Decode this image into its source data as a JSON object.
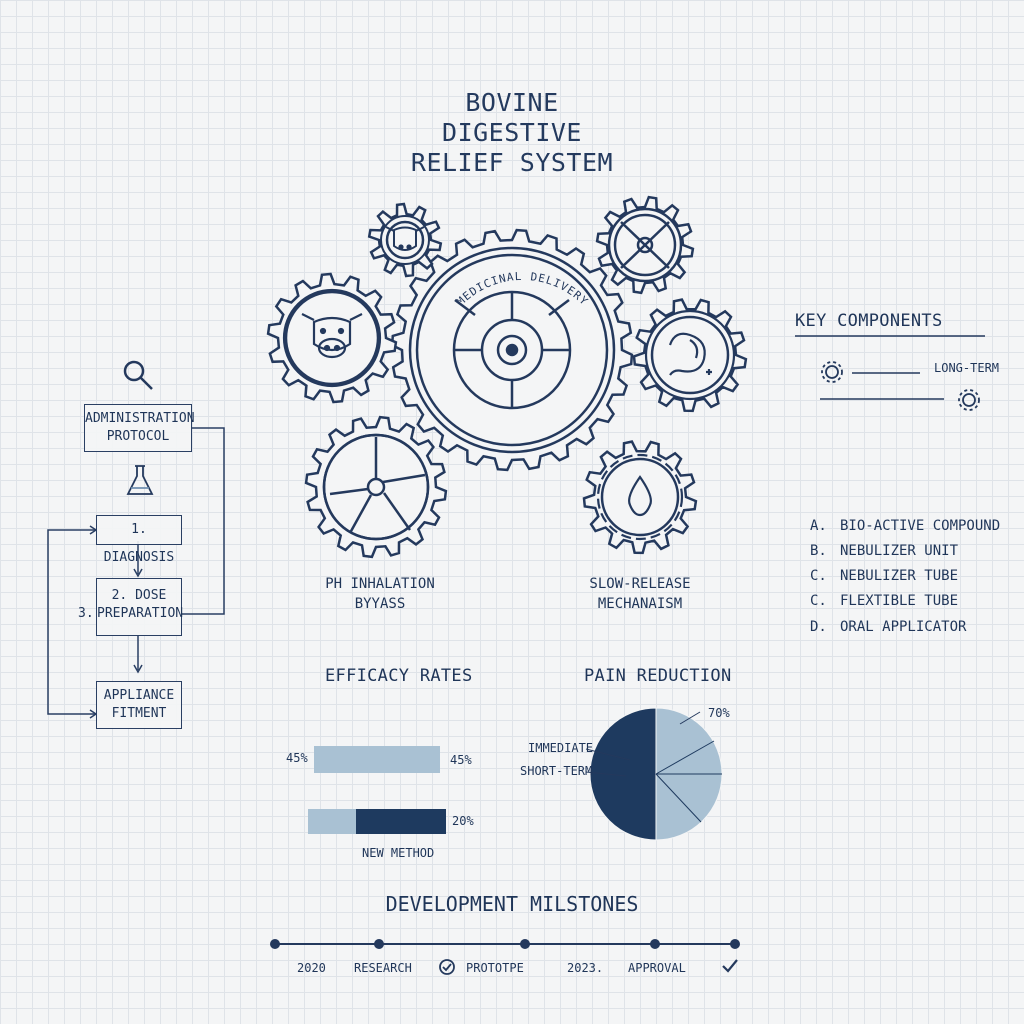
{
  "title": {
    "line1": "BOVINE",
    "line2": "DIGESTIVE",
    "line3": "RELIEF SYSTEM"
  },
  "gears": {
    "center_label": "MEDICINAL DELIVERY",
    "caption_left_1": "PH INHALATION",
    "caption_left_2": "BYYASS",
    "caption_right_1": "SLOW-RELEASE",
    "caption_right_2": "MECHANAISM"
  },
  "flow": {
    "step_admin_1": "ADMINISTRATION",
    "step_admin_2": "PROTOCOL",
    "step_diag": "1. DIAGNOSIS",
    "step_dose_1": "2. DOSE",
    "step_dose_2": "PREPARATION",
    "step3_marker": "3.",
    "step_fit_1": "APPLIANCE",
    "step_fit_2": "FITMENT"
  },
  "key_components": {
    "title": "KEY COMPONENTS",
    "long_term": "LONG-TERM",
    "items": [
      {
        "letter": "A.",
        "text": "BIO-ACTIVE COMPOUND"
      },
      {
        "letter": "B.",
        "text": "NEBULIZER UNIT"
      },
      {
        "letter": "C.",
        "text": "NEBULIZER TUBE"
      },
      {
        "letter": "C.",
        "text": "FLEXTIBLE TUBE"
      },
      {
        "letter": "D.",
        "text": "ORAL APPLICATOR"
      }
    ]
  },
  "efficacy": {
    "title": "EFFICACY RATES",
    "bar1_left_label": "45%",
    "bar1_right_label": "45%",
    "bar2_right_label": "20%",
    "bar2_caption": "NEW METHOD"
  },
  "pain": {
    "title": "PAIN REDUCTION",
    "label_immediate": "IMMEDIATE",
    "label_short": "SHORT-TERM",
    "label_pct": "70%"
  },
  "milestones": {
    "title": "DEVELOPMENT MILSTONES",
    "items": [
      "2020",
      "RESEARCH",
      "PROTOTPE",
      "2023.",
      "APPROVAL"
    ]
  },
  "chart_data": [
    {
      "type": "bar",
      "title": "EFFICACY RATES",
      "categories": [
        "",
        "NEW METHOD"
      ],
      "values": [
        45,
        20
      ]
    },
    {
      "type": "pie",
      "title": "PAIN REDUCTION",
      "categories": [
        "IMMEDIATE",
        "SHORT-TERM"
      ],
      "values": [
        50,
        50
      ]
    }
  ],
  "colors": {
    "ink": "#1f3558",
    "navy": "#1e3a5f",
    "light_blue": "#a9c1d3",
    "grid": "#dfe3e8",
    "paper": "#f4f5f6"
  },
  "icons": [
    "magnifier-icon",
    "flask-icon",
    "cow-icon",
    "stomach-icon",
    "droplet-icon",
    "gear-icon",
    "check-icon"
  ]
}
